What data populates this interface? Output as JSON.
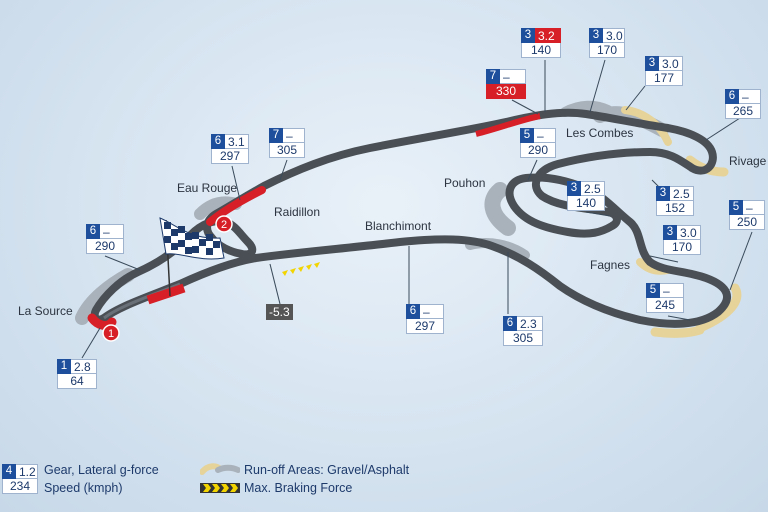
{
  "colors": {
    "gear_bg": "#1d4f9c",
    "highlight": "#d61f26",
    "track": "#4a4f55",
    "gravel": "#e5d39a",
    "asphalt_runoff": "#a9b2bb"
  },
  "corners": {
    "la_source": "La Source",
    "eau_rouge": "Eau Rouge",
    "raidillon": "Raidillon",
    "les_combes": "Les Combes",
    "rivage": "Rivage",
    "pouhon": "Pouhon",
    "fagnes": "Fagnes",
    "blanchimont": "Blanchimont"
  },
  "markers": {
    "one": "1",
    "two": "2"
  },
  "braking_value": "-5.3",
  "boxes": [
    {
      "gear": "3",
      "g": "3.2",
      "speed": "140"
    },
    {
      "gear": "3",
      "g": "3.0",
      "speed": "170"
    },
    {
      "gear": "7",
      "g": "–",
      "speed": "330"
    },
    {
      "gear": "3",
      "g": "3.0",
      "speed": "177"
    },
    {
      "gear": "6",
      "g": "–",
      "speed": "265"
    },
    {
      "gear": "5",
      "g": "–",
      "speed": "290"
    },
    {
      "gear": "6",
      "g": "3.1",
      "speed": "297"
    },
    {
      "gear": "7",
      "g": "–",
      "speed": "305"
    },
    {
      "gear": "3",
      "g": "2.5",
      "speed": "140"
    },
    {
      "gear": "3",
      "g": "2.5",
      "speed": "152"
    },
    {
      "gear": "5",
      "g": "–",
      "speed": "250"
    },
    {
      "gear": "6",
      "g": "–",
      "speed": "290"
    },
    {
      "gear": "3",
      "g": "3.0",
      "speed": "170"
    },
    {
      "gear": "5",
      "g": "–",
      "speed": "245"
    },
    {
      "gear": "6",
      "g": "–",
      "speed": "297"
    },
    {
      "gear": "6",
      "g": "2.3",
      "speed": "305"
    },
    {
      "gear": "1",
      "g": "2.8",
      "speed": "64"
    }
  ],
  "legend": {
    "sample_gear": "4",
    "sample_g": "1.2",
    "sample_speed": "234",
    "line1": "Gear, Lateral g-force",
    "line2": "Speed (kmph)",
    "runoff": "Run-off Areas: Gravel/Asphalt",
    "braking": "Max. Braking Force"
  }
}
